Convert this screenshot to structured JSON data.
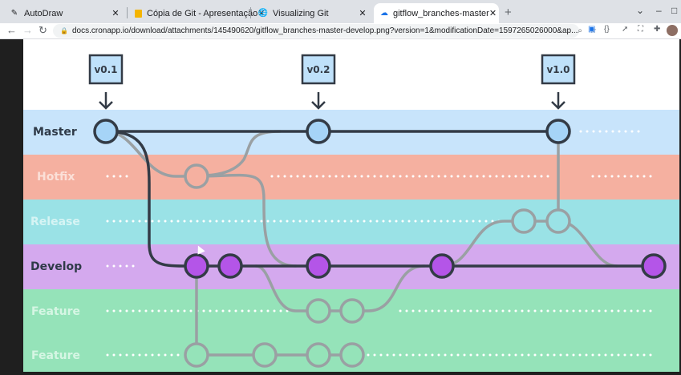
{
  "browser": {
    "tabs": [
      {
        "title": "AutoDraw",
        "favicon": "pen-icon",
        "close": "✕"
      },
      {
        "title": "Cópia de Git - Apresentação",
        "favicon": "slides-icon",
        "close": "✕"
      },
      {
        "title": "Visualizing Git",
        "favicon": "globe-icon",
        "close": "✕"
      },
      {
        "title": "gitflow_branches-master",
        "favicon": "cloud-icon",
        "close": "✕"
      }
    ],
    "active_tab": 3,
    "new_tab_label": "+",
    "url": "docs.cronapp.io/download/attachments/145490620/gitflow_branches-master-develop.png?version=1&modificationDate=1597265026000&ap..."
  },
  "diagram": {
    "tags": [
      "v0.1",
      "v0.2",
      "v1.0"
    ],
    "lanes": [
      {
        "label": "Master",
        "color": "#c8e4fb",
        "label_color": "#2f3a48"
      },
      {
        "label": "Hotfix",
        "color": "#f5b0a0",
        "label_color": "#fbe0d8"
      },
      {
        "label": "Release",
        "color": "#9ae2e6",
        "label_color": "#d6f4f4"
      },
      {
        "label": "Develop",
        "color": "#d4a9ee",
        "label_color": "#2f3a48"
      },
      {
        "label": "Feature",
        "color": "#95e3b9",
        "label_color": "#d6f6e4"
      },
      {
        "label": "Feature",
        "color": "#95e3b9",
        "label_color": "#d6f6e4"
      }
    ],
    "colors": {
      "master_node": "#a6d4f7",
      "develop_node": "#b455e8",
      "node_stroke": "#333b46",
      "branch_line": "#9aa0a3",
      "main_line": "#333b46"
    }
  }
}
